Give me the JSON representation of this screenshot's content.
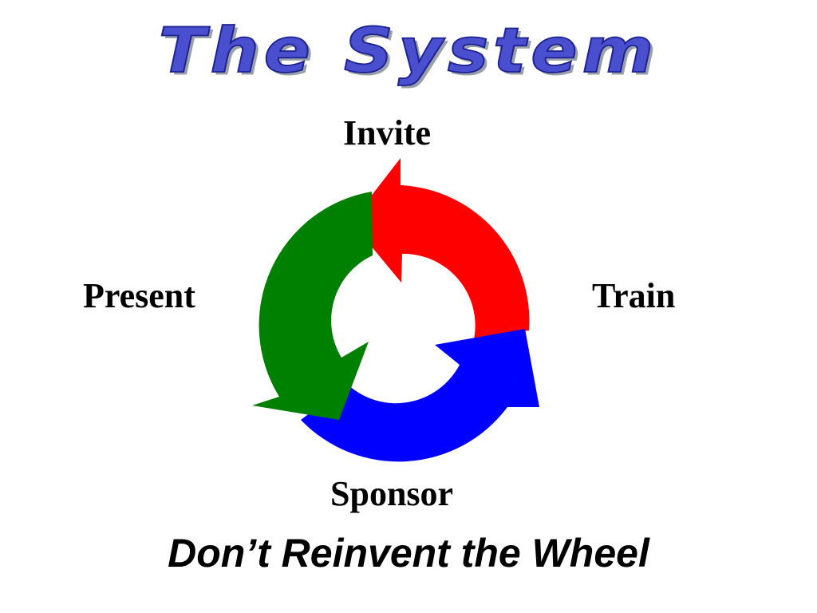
{
  "title": "The System",
  "cycle": {
    "nodes": {
      "top": "Invite",
      "left": "Present",
      "right": "Train",
      "bottom": "Sponsor"
    },
    "arrow_colors": {
      "red": "#ff0000",
      "blue": "#0000ff",
      "green": "#008000"
    }
  },
  "tagline": "Don’t Reinvent the Wheel"
}
